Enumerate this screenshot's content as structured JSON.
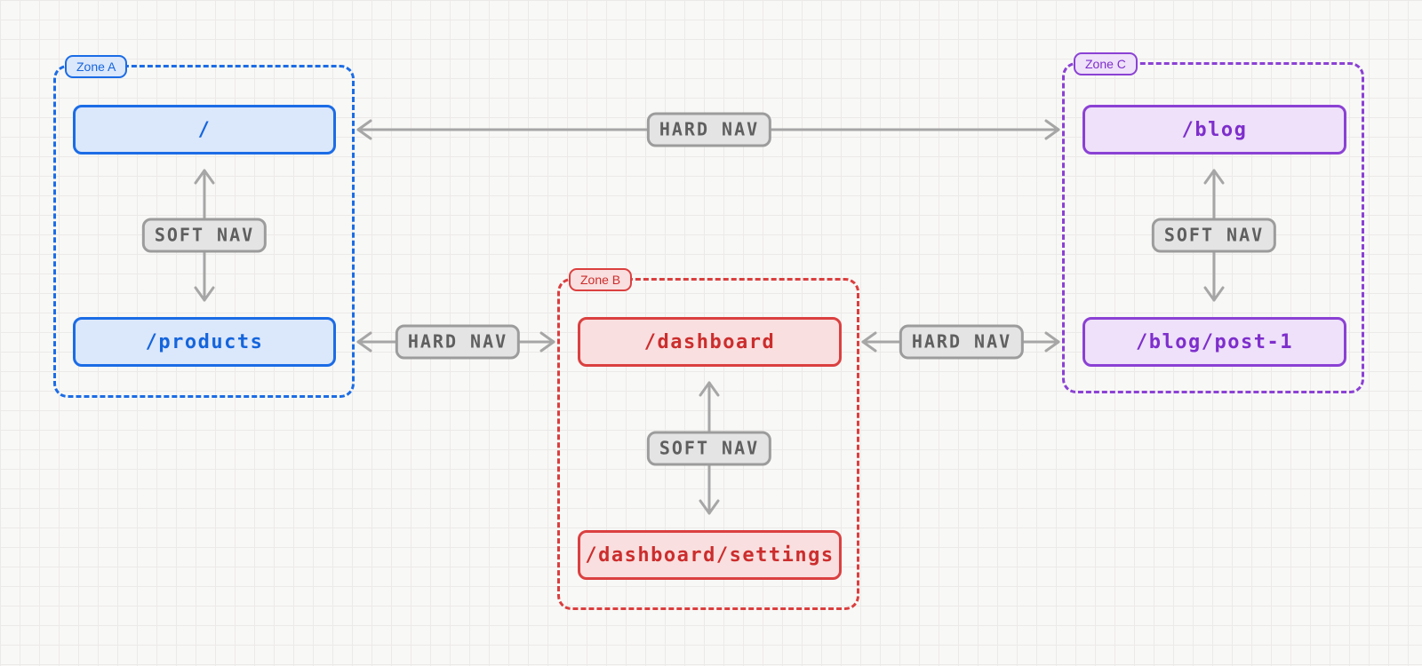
{
  "diagram": {
    "description": "Multi-zone routing diagram showing soft navigation within zones and hard navigation between zones",
    "zones": [
      {
        "label": "Zone A",
        "accent_color": "#1b6ce6",
        "routes": [
          "/",
          "/products"
        ],
        "internal_nav_label": "SOFT NAV"
      },
      {
        "label": "Zone B",
        "accent_color": "#db4040",
        "routes": [
          "/dashboard",
          "/dashboard/settings"
        ],
        "internal_nav_label": "SOFT NAV"
      },
      {
        "label": "Zone C",
        "accent_color": "#8b41d4",
        "routes": [
          "/blog",
          "/blog/post-1"
        ],
        "internal_nav_label": "SOFT NAV"
      }
    ],
    "hard_nav_edges": [
      {
        "between": [
          "/",
          "/blog"
        ],
        "label": "HARD NAV",
        "bidirectional": true
      },
      {
        "between": [
          "/products",
          "/dashboard"
        ],
        "label": "HARD NAV",
        "bidirectional": true
      },
      {
        "between": [
          "/dashboard",
          "/blog/post-1"
        ],
        "label": "HARD NAV",
        "bidirectional": true
      }
    ],
    "style": {
      "badge_fill": "#e4e4e4",
      "badge_border": "#9c9c9c",
      "arrow_color": "#a6a6a6",
      "background": "#f8f8f6",
      "grid_line": "#eceae8"
    }
  }
}
